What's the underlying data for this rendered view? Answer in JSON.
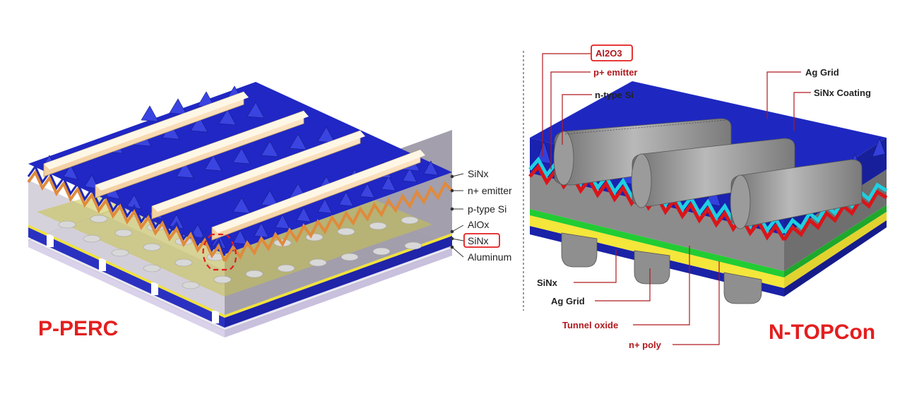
{
  "colors": {
    "accent_red": "#e41e1e",
    "dark_red": "#b0191e",
    "text_dark": "#222222",
    "silicon_grey": "#8c8c8c",
    "texture_blue": "#1b1fb3",
    "emitter_orange": "#e08a3c",
    "passivation_cyan": "#1ed0e0",
    "poly_green": "#22cc33",
    "oxide_yellow": "#f4e63a",
    "aluminum_yellow": "#d8cf3c"
  },
  "left": {
    "title": "P-PERC",
    "layers": [
      "SiNx",
      "n+ emitter",
      "p-type Si",
      "AlOx",
      "SiNx",
      "Aluminum"
    ],
    "highlighted_layer_index": 4
  },
  "right": {
    "title": "N-TOPCon",
    "labels": {
      "al2o3": "Al2O3",
      "p_emitter": "p+ emitter",
      "n_type_si": "n-type Si",
      "ag_grid_top": "Ag Grid",
      "sinx_coating": "SiNx Coating",
      "sinx_bottom": "SiNx",
      "ag_grid_bottom": "Ag Grid",
      "tunnel_oxide": "Tunnel oxide",
      "n_poly": "n+ poly"
    }
  }
}
